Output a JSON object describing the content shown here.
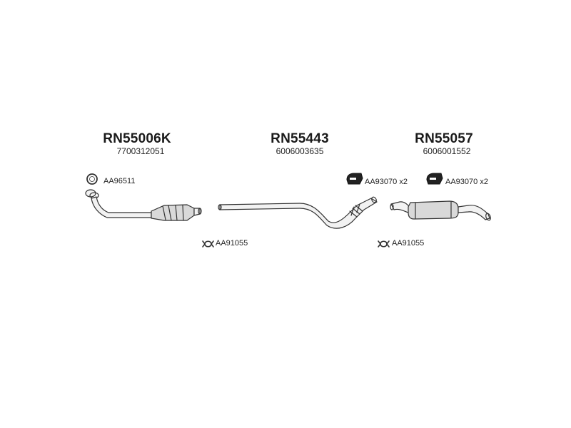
{
  "groups": [
    {
      "title": "RN55006K",
      "number": "7700312051"
    },
    {
      "title": "RN55443",
      "number": "6006003635"
    },
    {
      "title": "RN55057",
      "number": "6006001552"
    }
  ],
  "parts": {
    "gasket_label": "AA96511",
    "clamp_label_left": "AA91055",
    "clamp_label_right": "AA91055",
    "hanger_label_left": "AA93070 x2",
    "hanger_label_right": "AA93070 x2"
  },
  "icons": {
    "gasket": "ring-gasket-icon",
    "clamp": "pipe-clamp-icon",
    "hanger": "rubber-hanger-icon"
  }
}
